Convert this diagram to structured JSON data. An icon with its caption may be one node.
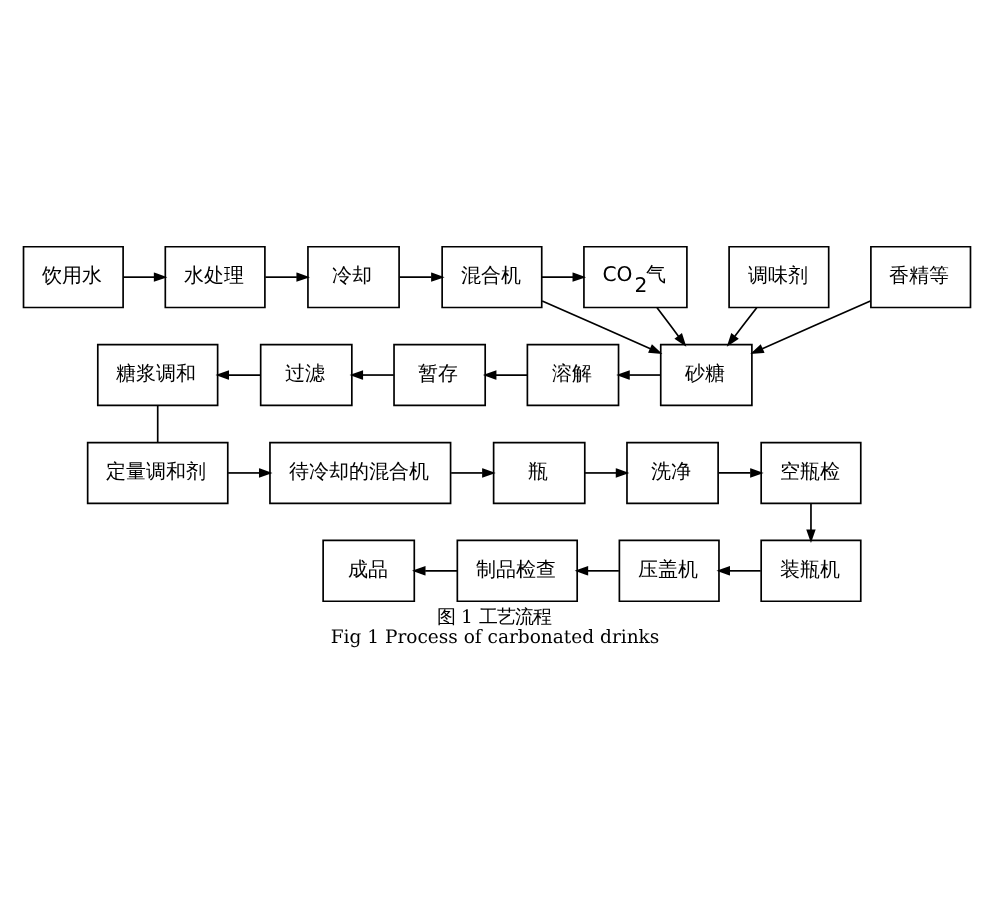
{
  "diagram": {
    "title": "图 1 工艺流程",
    "caption": "Fig 1 Process of carbonated drinks",
    "nodes": [
      {
        "text": [
          "饮用水"
        ]
      },
      {
        "text": [
          "水处理"
        ]
      },
      {
        "text": [
          "冷却"
        ]
      },
      {
        "text": [
          "混合机"
        ]
      },
      {
        "text": [
          "CO$_{2}$气"
        ]
      },
      {
        "text": [
          "调味剂"
        ]
      },
      {
        "text": [
          "香精等"
        ]
      },
      {
        "text": [
          "糖浆调和"
        ]
      },
      {
        "text": [
          "过滤"
        ]
      },
      {
        "text": [
          "暂存"
        ]
      },
      {
        "text": [
          "溶解"
        ]
      },
      {
        "text": [
          "砂糖"
        ]
      },
      {
        "text": [
          "定量调和剂"
        ]
      },
      {
        "text": [
          "待冷却的混合机"
        ]
      },
      {
        "text": [
          "瓶"
        ]
      },
      {
        "text": [
          "洗净"
        ]
      },
      {
        "text": [
          "空瓶检"
        ]
      },
      {
        "text": [
          "成品"
        ]
      },
      {
        "text": [
          "制品检查"
        ]
      },
      {
        "text": [
          "压盖机"
        ]
      },
      {
        "text": [
          "装瓶机"
        ]
      }
    ],
    "edges": [
      {
        "from": 0,
        "to": 1,
        "arrow": "to"
      },
      {
        "from": 1,
        "to": 2,
        "arrow": "to"
      },
      {
        "from": 2,
        "to": 3,
        "arrow": "to"
      },
      {
        "from": 3,
        "to": 4,
        "arrow": "to"
      },
      {
        "from": 3,
        "to": 11,
        "arrow": "to"
      },
      {
        "from": 5,
        "to": 11,
        "arrow": "to"
      },
      {
        "from": 6,
        "to": 11,
        "arrow": "to"
      },
      {
        "from": 4,
        "to": 11,
        "arrow": "to"
      },
      {
        "from": 11,
        "to": 10,
        "arrow": "to"
      },
      {
        "from": 10,
        "to": 9,
        "arrow": "to"
      },
      {
        "from": 9,
        "to": 8,
        "arrow": "to"
      },
      {
        "from": 8,
        "to": 7,
        "arrow": "to"
      },
      {
        "from": 7,
        "to": 12,
        "arrow": "none"
      },
      {
        "from": 12,
        "to": 13,
        "arrow": "to"
      },
      {
        "from": 13,
        "to": 14,
        "arrow": "to"
      },
      {
        "from": 14,
        "to": 15,
        "arrow": "to"
      },
      {
        "from": 15,
        "to": 16,
        "arrow": "to"
      },
      {
        "from": 16,
        "to": 20,
        "arrow": "to"
      },
      {
        "from": 20,
        "to": 19,
        "arrow": "to"
      },
      {
        "from": 19,
        "to": 18,
        "arrow": "to"
      },
      {
        "from": 18,
        "to": 17,
        "arrow": "to"
      }
    ]
  }
}
